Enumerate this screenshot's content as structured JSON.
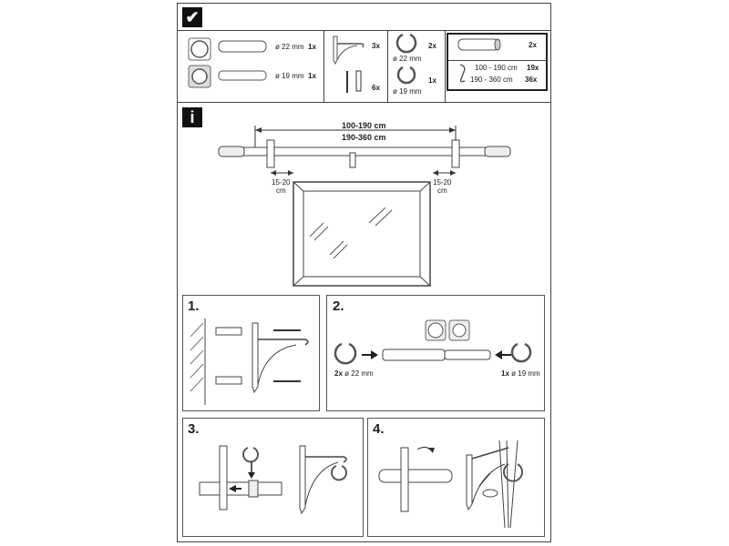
{
  "parts": {
    "rod22": {
      "size": "ø 22 mm",
      "qty": "1x"
    },
    "rod19": {
      "size": "ø 19 mm",
      "qty": "1x"
    },
    "bracket_qty": "3x",
    "screw_qty": "6x",
    "ring22": {
      "size": "ø 22 mm",
      "qty": "2x"
    },
    "ring19": {
      "size": "ø 19 mm",
      "qty": "1x"
    },
    "box": {
      "finial_qty": "2x",
      "hooks": [
        {
          "range": "100 - 190 cm",
          "qty": "19x"
        },
        {
          "range": "190 - 360 cm",
          "qty": "36x"
        }
      ]
    }
  },
  "info": {
    "length_1": "100-190 cm",
    "length_2": "190-360 cm",
    "overhang_left": {
      "value": "15-20",
      "unit": "cm"
    },
    "overhang_right": {
      "value": "15-20",
      "unit": "cm"
    }
  },
  "steps": {
    "s1": "1.",
    "s2": "2.",
    "s3": "3.",
    "s4": "4.",
    "s2_left": {
      "qty": "2x",
      "size": "ø 22 mm"
    },
    "s2_right": {
      "qty": "1x",
      "size": "ø 19 mm"
    }
  },
  "icons": {
    "check": "✔",
    "info": "i"
  }
}
